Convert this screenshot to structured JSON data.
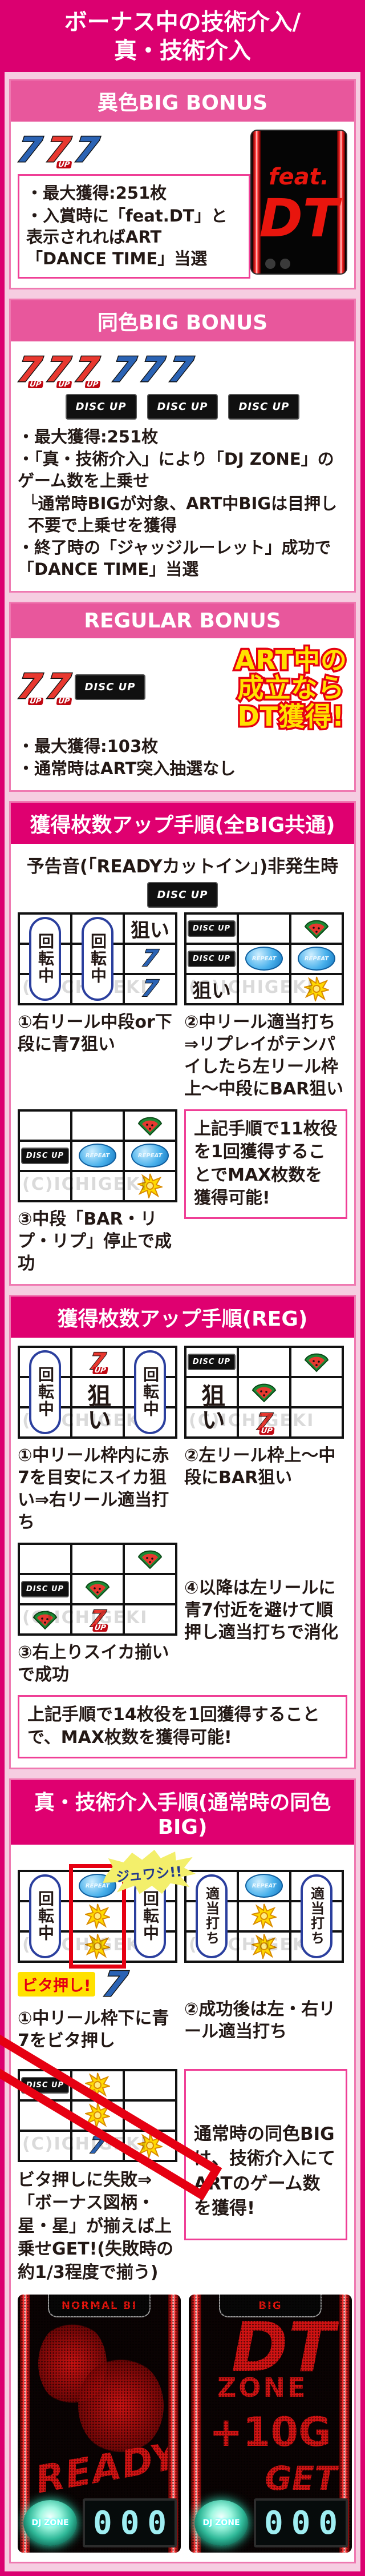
{
  "page": {
    "title_line1": "ボーナス中の技術介入/",
    "title_line2": "真・技術介入"
  },
  "labels": {
    "spinning": "回転中",
    "aim": "狙い",
    "hit_any": "適当打ち",
    "discup": "DISC UP",
    "repeat": "REPEAT",
    "up": "UP",
    "watermark": "(C)ICHIGEKI"
  },
  "sections": {
    "iro": {
      "header": "異色BIG BONUS",
      "symbols": [
        "blue7",
        "red7",
        "blue7"
      ],
      "machine": {
        "line1": "feat.",
        "line2": "DT"
      },
      "bullets": [
        "・最大獲得:251枚",
        "・入賞時に「feat.DT」と表示されればART「DANCE TIME」当選"
      ]
    },
    "dou": {
      "header": "同色BIG BONUS",
      "symbols": [
        "red7",
        "red7",
        "red7",
        "blue7",
        "blue7",
        "blue7"
      ],
      "badges": [
        "discup",
        "discup",
        "discup"
      ],
      "bullets": [
        "・最大獲得:251枚",
        "・「真・技術介入」により「DJ ZONE」のゲーム数を上乗せ",
        "└通常時BIGが対象、ART中BIGは目押し不要で上乗せを獲得",
        "・終了時の「ジャッジルーレット」成功で「DANCE TIME」当選"
      ]
    },
    "reg": {
      "header": "REGULAR BONUS",
      "symbols": [
        "red7",
        "red7",
        "discup"
      ],
      "sticker": [
        "ART中の",
        "成立なら",
        "DT獲得!"
      ],
      "bullets": [
        "・最大獲得:103枚",
        "・通常時はART突入抽選なし"
      ]
    },
    "big_common": {
      "header": "獲得枚数アップ手順(全BIG共通)",
      "subtitle": "予告音(「READYカットイン」)非発生時",
      "grids": [
        {
          "cells": [
            [
              "",
              "",
              "aim"
            ],
            [
              "",
              "",
              "blue7"
            ],
            [
              "",
              "",
              "blue7"
            ]
          ],
          "overlays": [
            {
              "type": "pill",
              "col": 0,
              "rows": [
                0,
                2
              ],
              "text": "回転中"
            },
            {
              "type": "pill",
              "col": 1,
              "rows": [
                0,
                2
              ],
              "text": "回転中"
            }
          ],
          "watermark": true
        },
        {
          "cells": [
            [
              "discup",
              "",
              "suika"
            ],
            [
              "discup",
              "repeat",
              "repeat"
            ],
            [
              "aim",
              "",
              "star"
            ]
          ],
          "watermark": true
        },
        {
          "cells": [
            [
              "",
              "",
              "suika"
            ],
            [
              "discup",
              "repeat",
              "repeat"
            ],
            [
              "",
              "",
              "star"
            ]
          ],
          "watermark": true
        }
      ],
      "captions": [
        "①右リール中段or下段に青7狙い",
        "②中リール適当打ち⇒リプレイがテンパイしたら左リール枠上〜中段にBAR狙い",
        "③中段「BAR・リプ・リプ」停止で成功"
      ],
      "note": "上記手順で11枚役を1回獲得することでMAX枚数を獲得可能!"
    },
    "reg_proc": {
      "header": "獲得枚数アップ手順(REG)",
      "grids": [
        {
          "cells": [
            [
              "",
              "red7",
              ""
            ],
            [
              "",
              "",
              ""
            ],
            [
              "",
              "",
              ""
            ]
          ],
          "overlays": [
            {
              "type": "pill",
              "col": 0,
              "rows": [
                0,
                2
              ],
              "text": "回転中"
            },
            {
              "type": "pill",
              "col": 2,
              "rows": [
                0,
                2
              ],
              "text": "回転中"
            },
            {
              "type": "vaim",
              "col": 1,
              "rows": [
                1,
                2
              ],
              "text": "狙い"
            }
          ],
          "watermark": true
        },
        {
          "cells": [
            [
              "discup",
              "",
              "suika"
            ],
            [
              "",
              "suika",
              ""
            ],
            [
              "",
              "red7",
              ""
            ]
          ],
          "overlays": [
            {
              "type": "vaim",
              "col": 0,
              "rows": [
                1,
                2
              ],
              "text": "狙い"
            }
          ],
          "watermark": true
        },
        {
          "cells": [
            [
              "",
              "",
              "suika"
            ],
            [
              "discup",
              "suika",
              ""
            ],
            [
              "suika",
              "red7",
              ""
            ]
          ],
          "watermark": true
        }
      ],
      "captions": [
        "①中リール枠内に赤7を目安にスイカ狙い⇒右リール適当打ち",
        "②左リール枠上〜中段にBAR狙い",
        "③右上りスイカ揃いで成功",
        "④以降は左リールに青7付近を避けて順押し適当打ちで消化"
      ],
      "note": "上記手順で14枚役を1回獲得することで、MAX枚数を獲得可能!"
    },
    "shin": {
      "header": "真・技術介入手順(通常時の同色BIG)",
      "burst": "ジュワシ!!",
      "tag": "ビタ押し!",
      "grids": [
        {
          "cells": [
            [
              "",
              "repeat",
              ""
            ],
            [
              "",
              "star",
              ""
            ],
            [
              "",
              "star",
              ""
            ]
          ],
          "overlays": [
            {
              "type": "pill",
              "col": 0,
              "rows": [
                0,
                2
              ],
              "text": "回転中"
            },
            {
              "type": "pill",
              "col": 2,
              "rows": [
                0,
                2
              ],
              "text": "回転中"
            }
          ],
          "highlight_col": 1,
          "burst": "ジュワシ!!",
          "watermark": true
        },
        {
          "cells": [
            [
              "",
              "repeat",
              ""
            ],
            [
              "",
              "star",
              ""
            ],
            [
              "",
              "star",
              ""
            ]
          ],
          "overlays": [
            {
              "type": "pill",
              "col": 0,
              "rows": [
                0,
                2
              ],
              "text": "適当打ち",
              "small": true
            },
            {
              "type": "pill",
              "col": 2,
              "rows": [
                0,
                2
              ],
              "text": "適当打ち",
              "small": true
            }
          ],
          "watermark": true
        },
        {
          "cells": [
            [
              "discup",
              "star",
              ""
            ],
            [
              "",
              "star",
              ""
            ],
            [
              "",
              "blue7",
              "star"
            ]
          ],
          "cross": true,
          "watermark": true
        }
      ],
      "captions": [
        "①中リール枠下に青7をビタ押し",
        "②成功後は左・右リール適当打ち"
      ],
      "fail_note": "ビタ押しに失敗⇒「ボーナス図柄・星・星」が揃えば上乗せGET!(失敗時の約1/3程度で揃う)",
      "side_note": "通常時の同色BIGは、技術介入にてARTのゲーム数を獲得!",
      "screens": [
        {
          "title": "NORMAL BI",
          "art_word": "READY",
          "button": "DJ ZONE",
          "counter": "000"
        },
        {
          "title": "BIG",
          "big_word": "DT",
          "line1": "ZONE",
          "line2": "+10G",
          "line3": "GET",
          "button": "DJ ZONE",
          "counter": "000"
        }
      ]
    }
  }
}
